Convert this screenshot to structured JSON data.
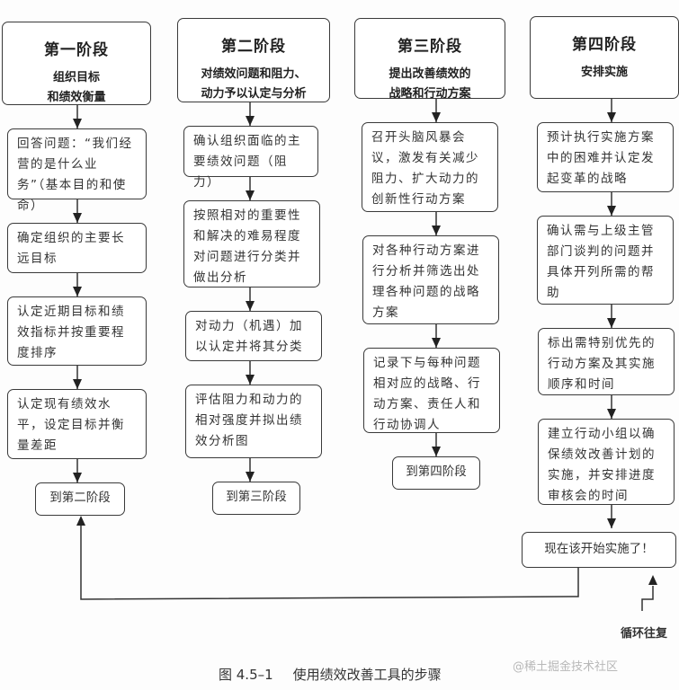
{
  "stages": [
    {
      "title": "第一阶段",
      "description_lines": [
        "组织目标",
        "和绩效衡量"
      ],
      "steps": [
        "回答问题：“我们经营的是什么业务”（基本目的和使命）",
        "确定组织的主要长远目标",
        "认定近期目标和绩效指标并按重要程度排序",
        "认定现有绩效水平，设定目标并衡量差距"
      ],
      "goto": "到第二阶段"
    },
    {
      "title": "第二阶段",
      "description_lines": [
        "对绩效问题和阻力、",
        "动力予以认定与分析"
      ],
      "steps": [
        "确认组织面临的主要绩效问题（阻力）",
        "按照相对的重要性和解决的难易程度对问题进行分类并做出分析",
        "对动力（机遇）加以认定并将其分类",
        "评估阻力和动力的相对强度并拟出绩效分析图"
      ],
      "goto": "到第三阶段"
    },
    {
      "title": "第三阶段",
      "description_lines": [
        "提出改善绩效的",
        "战略和行动方案"
      ],
      "steps": [
        "召开头脑风暴会议，激发有关减少阻力、扩大动力的创新性行动方案",
        "对各种行动方案进行分析并筛选出处理各种问题的战略方案",
        "记录下与每种问题相对应的战略、行动方案、责任人和行动协调人"
      ],
      "goto": "到第四阶段"
    },
    {
      "title": "第四阶段",
      "description_lines": [
        "安排实施"
      ],
      "steps": [
        "预计执行实施方案中的困难并认定发起变革的战略",
        "确认需与上级主管部门谈判的问题并具体开列所需的帮助",
        "标出需特别优先的行动方案及其实施顺序和时间",
        "建立行动小组以确保绩效改善计划的实施，并安排进度审核会的时间"
      ],
      "goto": "现在该开始实施了！"
    }
  ],
  "cycle_label": "循环往复",
  "caption": {
    "figure_number": "图 4.5–1",
    "title": "使用绩效改善工具的步骤"
  },
  "watermark": "@稀土掘金技术社区"
}
